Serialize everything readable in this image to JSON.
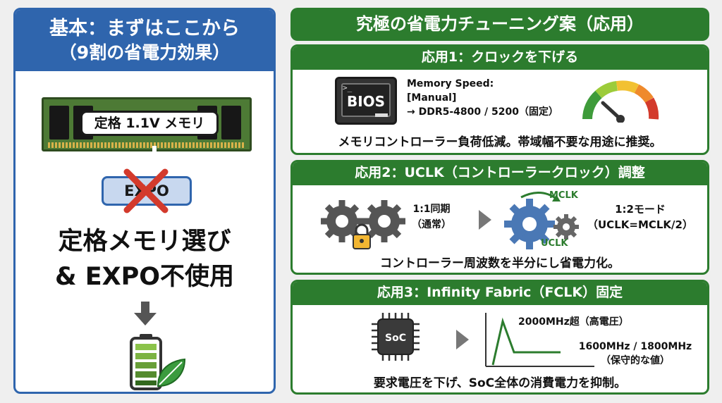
{
  "left": {
    "title_line1": "基本：まずはここから",
    "title_line2": "（9割の省電力効果）",
    "ram_label": "定格 1.1V メモリ",
    "expo_label": "EXPO",
    "big_line1": "定格メモリ選び",
    "big_line2": "& EXPO不使用"
  },
  "right": {
    "title": "究極の省電力チューニング案（応用）",
    "card1": {
      "heading": "応用1：クロックを下げる",
      "bios_prompt": ">_",
      "bios_word": "BIOS",
      "mem_line1": "Memory Speed:",
      "mem_line2": "[Manual]",
      "mem_line3": "→ DDR5-4800 / 5200（固定）",
      "footer": "メモリコントローラー負荷低減。帯域幅不要な用途に推奨。"
    },
    "card2": {
      "heading": "応用2：UCLK（コントローラークロック）調整",
      "sync_line1": "1:1同期",
      "sync_line2": "（通常）",
      "mclk": "MCLK",
      "uclk": "UCLK",
      "mode_line1": "1:2モード",
      "mode_line2": "（UCLK=MCLK/2）",
      "footer": "コントローラー周波数を半分にし省電力化。"
    },
    "card3": {
      "heading": "応用3：Infinity Fabric（FCLK）固定",
      "soc_label": "SoC",
      "high_label": "2000MHz超（高電圧）",
      "low_line1": "1600MHz / 1800MHz",
      "low_line2": "（保守的な値）",
      "footer": "要求電圧を下げ、SoC全体の消費電力を抑制。"
    }
  },
  "icons": {
    "ram": "ram-module-icon",
    "cross": "cross-icon",
    "arrow": "down-arrow-icon",
    "battery": "battery-leaf-icon",
    "bios": "bios-screen-icon",
    "gauge": "speed-gauge-icon",
    "gears_lock": "locked-gears-icon",
    "gears_blue": "gears-icon",
    "chip": "soc-chip-icon",
    "graph": "frequency-graph-icon"
  },
  "colors": {
    "blue": "#2f65ad",
    "green": "#2c7c2e",
    "red": "#d33a2c"
  }
}
